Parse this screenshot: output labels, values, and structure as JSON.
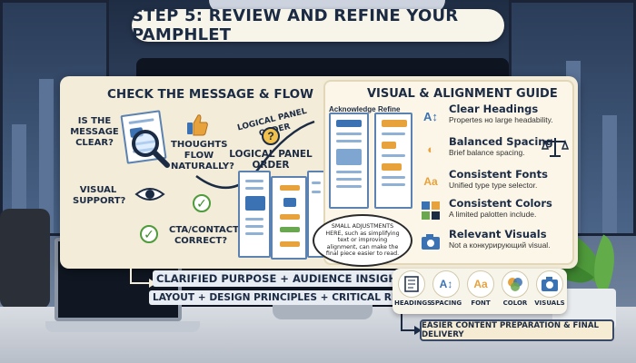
{
  "title": "STEP 5: REVIEW AND REFINE YOUR PAMPHLET",
  "left_section": {
    "title": "CHECK THE MESSAGE & FLOW",
    "questions": {
      "message_clear": "IS THE MESSAGE CLEAR?",
      "thoughts_flow": "THOUGHTS FLOW NATURALLY?",
      "visual_support": "VISUAL SUPPORT?",
      "cta_correct": "CTA/CONTACT CORRECT?"
    },
    "logical_panel_order_arc": "LOGICAL PANEL ORDER",
    "logical_panel_order": "LOGICAL PANEL ORDER"
  },
  "speech_bubble": "SMALL ADJUSTMENTS HERE, such as simplifying text or improving alignment, can make the final piece easier to read.",
  "right_section": {
    "title": "VISUAL & ALIGNMENT GUIDE",
    "col_acknowledge": "Acknowledge",
    "col_refine": "Refine",
    "items": [
      {
        "title": "Clear Headings",
        "subtitle": "Propertes нo large headability.",
        "icon": "heading-icon"
      },
      {
        "title": "Balanced Spacing",
        "subtitle": "Brief balance spacing.",
        "icon": "scale-icon"
      },
      {
        "title": "Consistent Fonts",
        "subtitle": "Unified type type selector.",
        "icon": "font-icon"
      },
      {
        "title": "Consistent Colors",
        "subtitle": "A limited palotten include.",
        "icon": "color-icon"
      },
      {
        "title": "Relevant Visuals",
        "subtitle": "Not a конкурирующий visual.",
        "icon": "camera-icon"
      }
    ]
  },
  "formula": {
    "line1": "CLARIFIED PURPOSE + AUDIENCE INSIGHT +",
    "line2": "LAYOUT + DESIGN PRINCIPLES + CRITICAL REVIEW ="
  },
  "tools": [
    {
      "label": "HEADINGS",
      "icon": "document-icon"
    },
    {
      "label": "SPACING",
      "icon": "heading-icon"
    },
    {
      "label": "FONT",
      "icon": "font-icon"
    },
    {
      "label": "COLOR",
      "icon": "color-icon"
    },
    {
      "label": "VISUALS",
      "icon": "camera-icon"
    }
  ],
  "delivery": "EASIER CONTENT PREPARATION & FINAL DELIVERY",
  "colors": {
    "navy": "#1c2b44",
    "panel": "#f3ecd8",
    "accent_blue": "#3a72b3",
    "accent_orange": "#e8a23c",
    "check_green": "#4f9a3a"
  }
}
